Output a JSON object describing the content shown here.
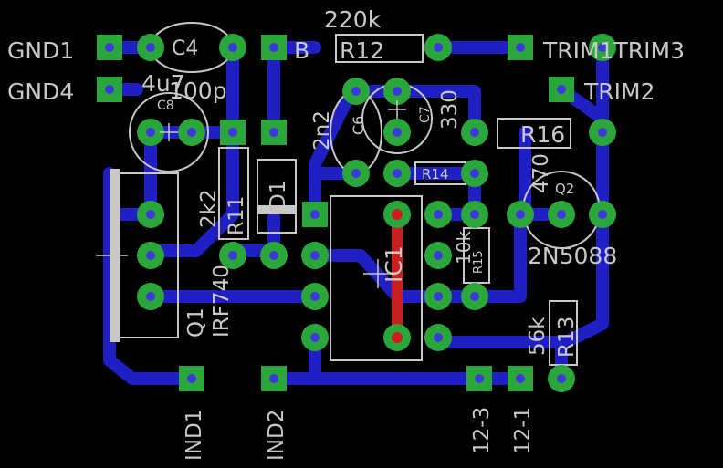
{
  "colors": {
    "background": "#000000",
    "copper_bottom": "#1f1fc4",
    "copper_top": "#c81e1e",
    "pad": "#2aa63a",
    "pad_hole": "#3a3ad8",
    "silkscreen": "#c8c8c8"
  },
  "labels": {
    "gnd1": "GND1",
    "gnd4": "GND4",
    "b": "B",
    "r12_value": "220k",
    "r12_name": "R12",
    "c4_name": "C4",
    "c4_value": "4u7",
    "c8_value": "100p",
    "c8_name": "C8",
    "trim1_trim3": "TRIM1TRIM3",
    "trim2": "TRIM2",
    "c6_value": "2n2",
    "c6_name": "C6",
    "c7_name": "C7",
    "c7_value": "330",
    "r16_name": "R16",
    "r16_value": "470",
    "r14_name": "R14",
    "q2_name": "Q2",
    "q2_value": "2N5088",
    "r11_value": "2k2",
    "r11_name": "R11",
    "d1_name": "D1",
    "ic1_name": "IC1",
    "r15_value": "10k",
    "r15_name": "R15",
    "q1_name": "Q1",
    "q1_value": "IRF740",
    "r13_value": "56k",
    "r13_name": "R13",
    "ind1": "IND1",
    "ind2": "IND2",
    "p12_3": "12-3",
    "p12_1": "12-1"
  }
}
